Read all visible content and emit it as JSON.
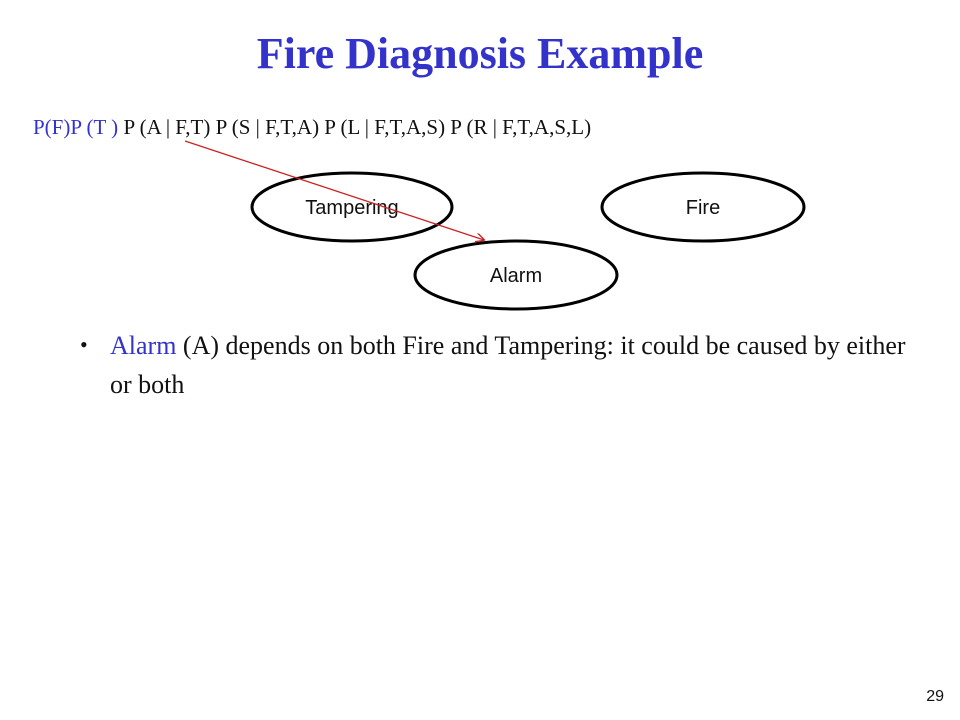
{
  "slide": {
    "title": "Fire Diagnosis Example",
    "page_number": "29"
  },
  "formula": {
    "highlighted": "P(F)P (T )",
    "rest": " P (A | F,T) P (S | F,T,A) P (L | F,T,A,S) P (R | F,T,A,S,L)"
  },
  "diagram": {
    "nodes": {
      "tampering": "Tampering",
      "fire": "Fire",
      "alarm": "Alarm"
    }
  },
  "bullets": [
    {
      "highlight": "Alarm",
      "text": " (A) depends on both Fire and Tampering:  it could be caused by either or both"
    }
  ],
  "colors": {
    "title": "#3333cc",
    "highlight": "#3333cc",
    "arrow": "#cc2222",
    "node_stroke": "#000000"
  }
}
